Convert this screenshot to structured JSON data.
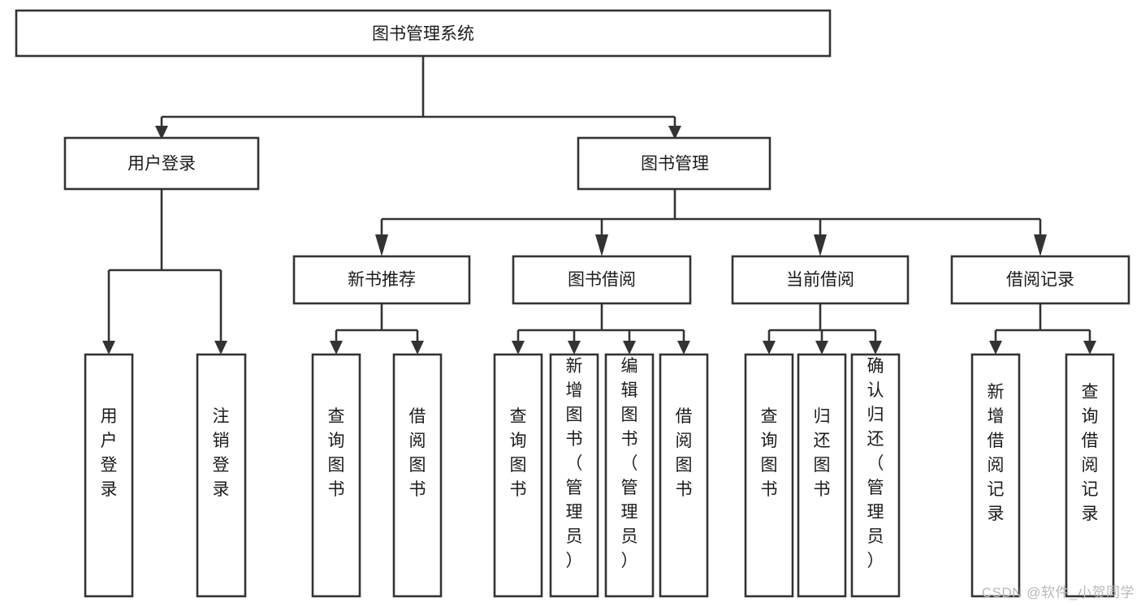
{
  "diagram": {
    "type": "tree-hierarchy-flowchart",
    "title": "图书管理系统",
    "orientation": "top-down",
    "colors": {
      "box_fill": "#ffffff",
      "box_stroke": "#333333",
      "text": "#1b1b1b",
      "background": "#ffffff",
      "watermark": "#b8b8b8"
    },
    "nodes": {
      "root": {
        "label": "图书管理系统",
        "level": 0,
        "orientation": "horizontal"
      },
      "n_user_login": {
        "label": "用户登录",
        "level": 1,
        "orientation": "horizontal"
      },
      "n_book_manage": {
        "label": "图书管理",
        "level": 1,
        "orientation": "horizontal"
      },
      "n_new_book_rec": {
        "label": "新书推荐",
        "level": 2,
        "orientation": "horizontal"
      },
      "n_book_borrow": {
        "label": "图书借阅",
        "level": 2,
        "orientation": "horizontal"
      },
      "n_current_borrow": {
        "label": "当前借阅",
        "level": 2,
        "orientation": "horizontal"
      },
      "n_borrow_record": {
        "label": "借阅记录",
        "level": 2,
        "orientation": "horizontal"
      },
      "l_user_login": {
        "label": "用户登录",
        "level": 3,
        "orientation": "vertical"
      },
      "l_logout_login": {
        "label": "注销登录",
        "level": 3,
        "orientation": "vertical"
      },
      "l_query_book_1": {
        "label": "查询图书",
        "level": 3,
        "orientation": "vertical"
      },
      "l_borrow_book_1": {
        "label": "借阅图书",
        "level": 3,
        "orientation": "vertical"
      },
      "l_query_book_2": {
        "label": "查询图书",
        "level": 3,
        "orientation": "vertical"
      },
      "l_add_book_admin": {
        "label": "新增图书（管理员）",
        "level": 3,
        "orientation": "vertical"
      },
      "l_edit_book_admin": {
        "label": "编辑图书（管理员）",
        "level": 3,
        "orientation": "vertical"
      },
      "l_borrow_book_2": {
        "label": "借阅图书",
        "level": 3,
        "orientation": "vertical"
      },
      "l_query_book_3": {
        "label": "查询图书",
        "level": 3,
        "orientation": "vertical"
      },
      "l_return_book": {
        "label": "归还图书",
        "level": 3,
        "orientation": "vertical"
      },
      "l_confirm_return_admin": {
        "label": "确认归还（管理员）",
        "level": 3,
        "orientation": "vertical"
      },
      "l_add_borrow_record": {
        "label": "新增借阅记录",
        "level": 3,
        "orientation": "vertical"
      },
      "l_query_borrow_record": {
        "label": "查询借阅记录",
        "level": 3,
        "orientation": "vertical"
      }
    },
    "edges": [
      {
        "from": "root",
        "to": "n_user_login"
      },
      {
        "from": "root",
        "to": "n_book_manage"
      },
      {
        "from": "n_user_login",
        "to": "l_user_login"
      },
      {
        "from": "n_user_login",
        "to": "l_logout_login"
      },
      {
        "from": "n_book_manage",
        "to": "n_new_book_rec"
      },
      {
        "from": "n_book_manage",
        "to": "n_book_borrow"
      },
      {
        "from": "n_book_manage",
        "to": "n_current_borrow"
      },
      {
        "from": "n_book_manage",
        "to": "n_borrow_record"
      },
      {
        "from": "n_new_book_rec",
        "to": "l_query_book_1"
      },
      {
        "from": "n_new_book_rec",
        "to": "l_borrow_book_1"
      },
      {
        "from": "n_book_borrow",
        "to": "l_query_book_2"
      },
      {
        "from": "n_book_borrow",
        "to": "l_add_book_admin"
      },
      {
        "from": "n_book_borrow",
        "to": "l_edit_book_admin"
      },
      {
        "from": "n_book_borrow",
        "to": "l_borrow_book_2"
      },
      {
        "from": "n_current_borrow",
        "to": "l_query_book_3"
      },
      {
        "from": "n_current_borrow",
        "to": "l_return_book"
      },
      {
        "from": "n_current_borrow",
        "to": "l_confirm_return_admin"
      },
      {
        "from": "n_borrow_record",
        "to": "l_add_borrow_record"
      },
      {
        "from": "n_borrow_record",
        "to": "l_query_borrow_record"
      }
    ]
  },
  "watermark": {
    "text": "CSDN @软件_小贺同学"
  }
}
